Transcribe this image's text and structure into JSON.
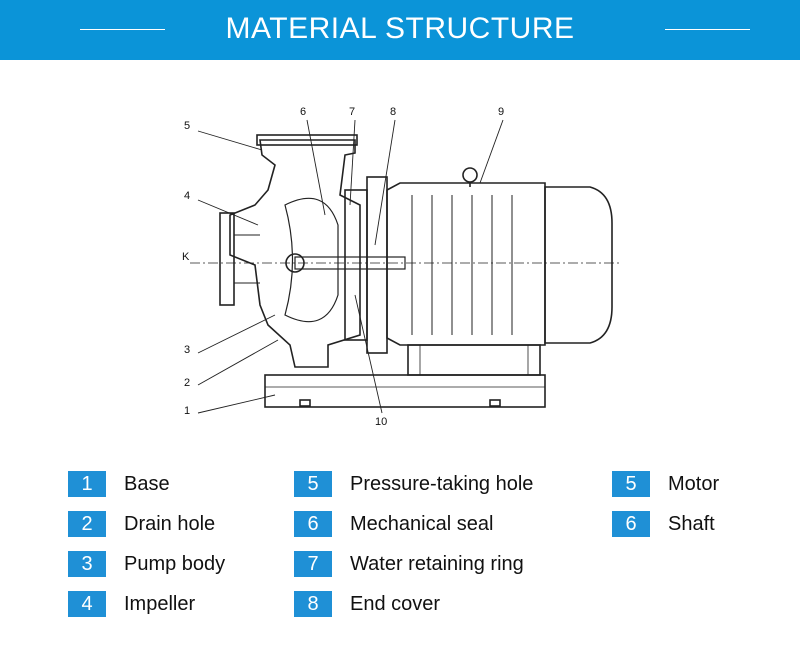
{
  "header": {
    "title": "MATERIAL STRUCTURE",
    "color": "#0b94d8"
  },
  "diagram": {
    "callouts": [
      "5",
      "6",
      "7",
      "8",
      "9",
      "4",
      "K",
      "3",
      "2",
      "1",
      "10"
    ]
  },
  "legend": {
    "badge_color": "#1f90d6",
    "columns": [
      [
        {
          "num": "1",
          "label": "Base"
        },
        {
          "num": "2",
          "label": "Drain hole"
        },
        {
          "num": "3",
          "label": "Pump body"
        },
        {
          "num": "4",
          "label": "Impeller"
        }
      ],
      [
        {
          "num": "5",
          "label": "Pressure-taking hole"
        },
        {
          "num": "6",
          "label": "Mechanical seal"
        },
        {
          "num": "7",
          "label": "Water retaining ring"
        },
        {
          "num": "8",
          "label": "End cover"
        }
      ],
      [
        {
          "num": "5",
          "label": "Motor"
        },
        {
          "num": "6",
          "label": "Shaft"
        }
      ]
    ]
  }
}
